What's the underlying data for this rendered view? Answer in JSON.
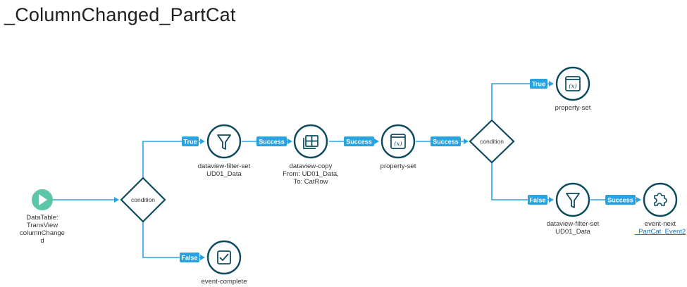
{
  "title": "_ColumnChanged_PartCat",
  "colors": {
    "line": "#29a3e0",
    "node": "#0e4a5e",
    "start": "#5cc6a8",
    "link": "#1a73c8"
  },
  "edges": {
    "true1": "True",
    "false1": "False",
    "success1": "Success",
    "success2": "Success",
    "success3": "Success",
    "true2": "True",
    "false2": "False",
    "success4": "Success"
  },
  "nodes": {
    "start": {
      "icon": "play-icon",
      "lines": [
        "DataTable:",
        "TransView",
        "columnChange",
        "d"
      ]
    },
    "condition1": {
      "label": "condition"
    },
    "filter1": {
      "icon": "filter-icon",
      "lines": [
        "dataview-filter-set",
        "UD01_Data"
      ]
    },
    "complete": {
      "icon": "checkbox-icon",
      "lines": [
        "event-complete"
      ]
    },
    "copy": {
      "icon": "table-icon",
      "lines": [
        "dataview-copy",
        "From: UD01_Data,",
        "To: CatRow"
      ]
    },
    "prop1": {
      "icon": "variable-icon",
      "lines": [
        "property-set"
      ]
    },
    "condition2": {
      "label": "condition"
    },
    "prop2": {
      "icon": "variable-icon",
      "lines": [
        "property-set"
      ]
    },
    "filter2": {
      "icon": "filter-icon",
      "lines": [
        "dataview-filter-set",
        "UD01_Data"
      ]
    },
    "next": {
      "icon": "puzzle-icon",
      "lines": [
        "event-next"
      ],
      "link": "_PartCat_Event2"
    }
  }
}
